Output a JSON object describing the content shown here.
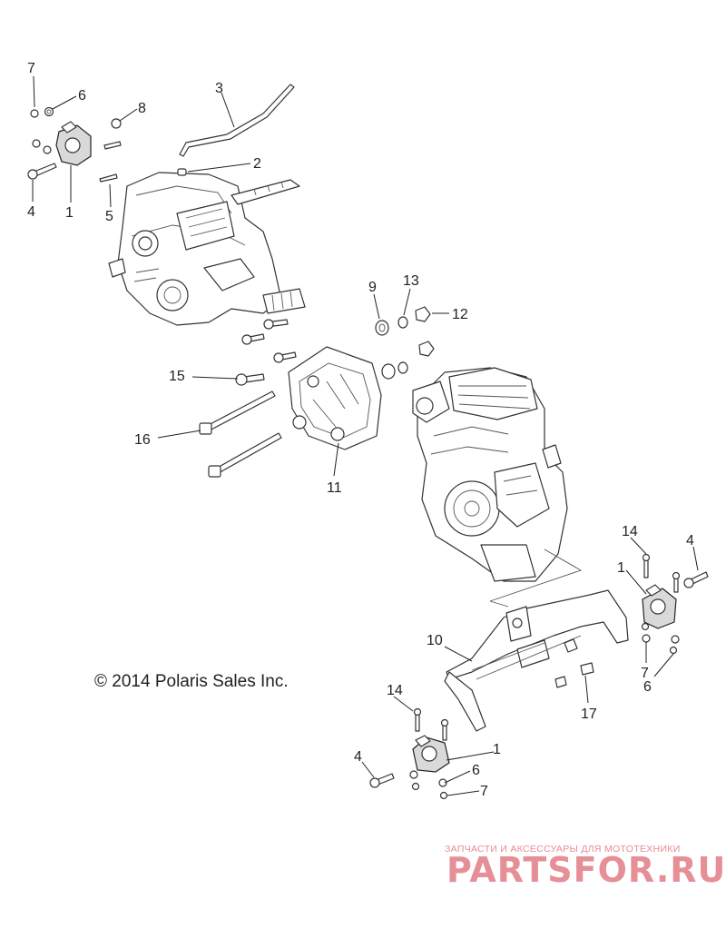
{
  "copyright": "© 2014 Polaris Sales Inc.",
  "watermark": {
    "tagline": "ЗАПЧАСТИ И АКСЕССУАРЫ ДЛЯ МОТОТЕХНИКИ",
    "brand": "PARTSFOR.RU",
    "color": "#e58a92"
  },
  "callouts": {
    "c1a": "1",
    "c1b": "1",
    "c1c": "1",
    "c2": "2",
    "c3": "3",
    "c4a": "4",
    "c4b": "4",
    "c4c": "4",
    "c5": "5",
    "c6a": "6",
    "c6b": "6",
    "c6c": "6",
    "c7a": "7",
    "c7b": "7",
    "c7c": "7",
    "c8": "8",
    "c9": "9",
    "c10": "10",
    "c11": "11",
    "c12": "12",
    "c13": "13",
    "c14a": "14",
    "c14b": "14",
    "c15": "15",
    "c16": "16",
    "c17": "17"
  }
}
